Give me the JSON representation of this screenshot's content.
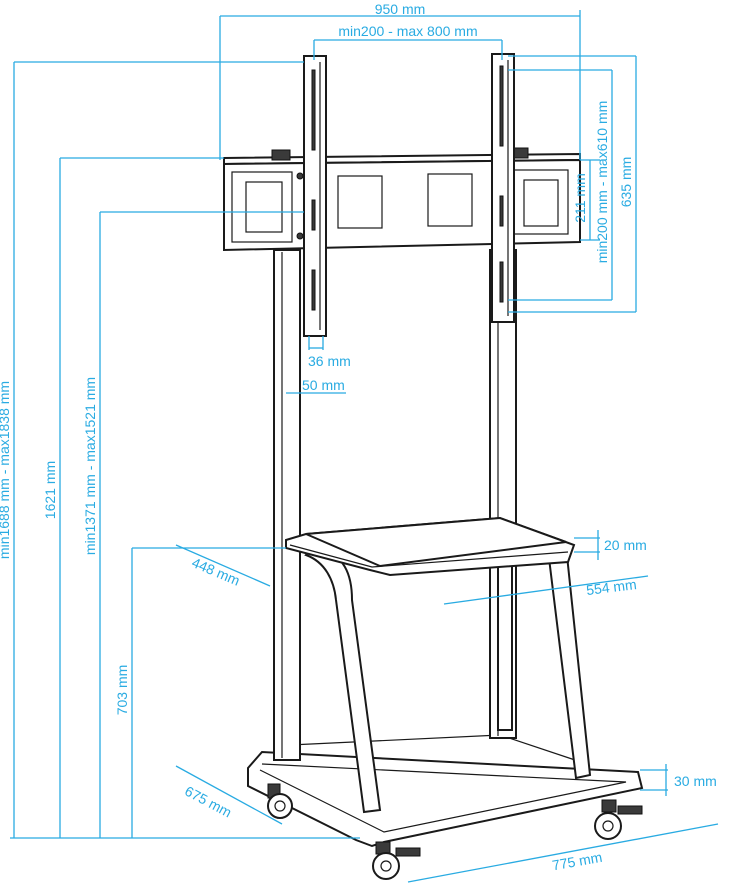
{
  "colors": {
    "dimension": "#29abe2",
    "outline": "#1a1a1a"
  },
  "dimensions": {
    "overall_width": "950 mm",
    "vesa_horizontal": "min200 - max 800 mm",
    "vesa_vertical_range": "min200 mm - max610 mm",
    "bracket_height": "211 mm",
    "arm_length": "635 mm",
    "arm_width": "36 mm",
    "column_width": "50 mm",
    "shelf_thickness": "20 mm",
    "shelf_depth": "448 mm",
    "shelf_width": "554 mm",
    "base_thickness": "30 mm",
    "base_depth": "675 mm",
    "base_width": "775 mm",
    "shelf_height": "703 mm",
    "height_range_center": "min1371 mm - max1521 mm",
    "height_top_bracket": "1621 mm",
    "height_range_top": "min1688 mm - max1838 mm"
  }
}
